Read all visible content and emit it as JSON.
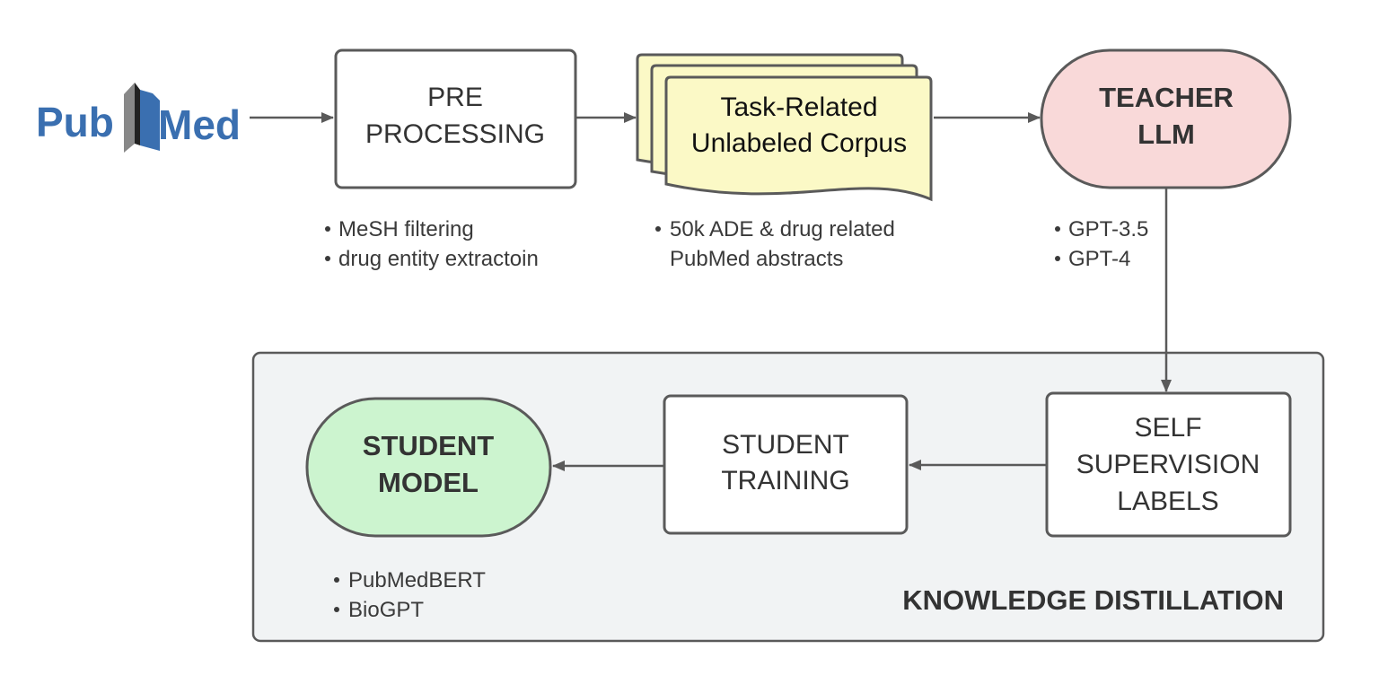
{
  "logo": {
    "left": "Pub",
    "right": "Med"
  },
  "preprocessing": {
    "line1": "PRE",
    "line2": "PROCESSING",
    "bullets": [
      "MeSH filtering",
      "drug entity extractoin"
    ]
  },
  "corpus": {
    "line1": "Task-Related",
    "line2": "Unlabeled Corpus",
    "bullets": [
      "50k ADE & drug related",
      "PubMed abstracts"
    ]
  },
  "teacher": {
    "line1": "TEACHER",
    "line2": "LLM",
    "bullets": [
      "GPT-3.5",
      "GPT-4"
    ]
  },
  "self_supervision": {
    "line1": "SELF",
    "line2": "SUPERVISION",
    "line3": "LABELS"
  },
  "student_training": {
    "line1": "STUDENT",
    "line2": "TRAINING"
  },
  "student_model": {
    "line1": "STUDENT",
    "line2": "MODEL",
    "bullets": [
      "PubMedBERT",
      "BioGPT"
    ]
  },
  "knowledge_distillation": {
    "label": "KNOWLEDGE DISTILLATION"
  },
  "colors": {
    "stroke": "#5a5a5a",
    "panel_fill": "#f1f3f4",
    "corpus_fill": "#fbf9c6",
    "teacher_fill": "#f9d9d9",
    "student_fill": "#ccf4cf",
    "logo_blue": "#3a6fb0"
  }
}
